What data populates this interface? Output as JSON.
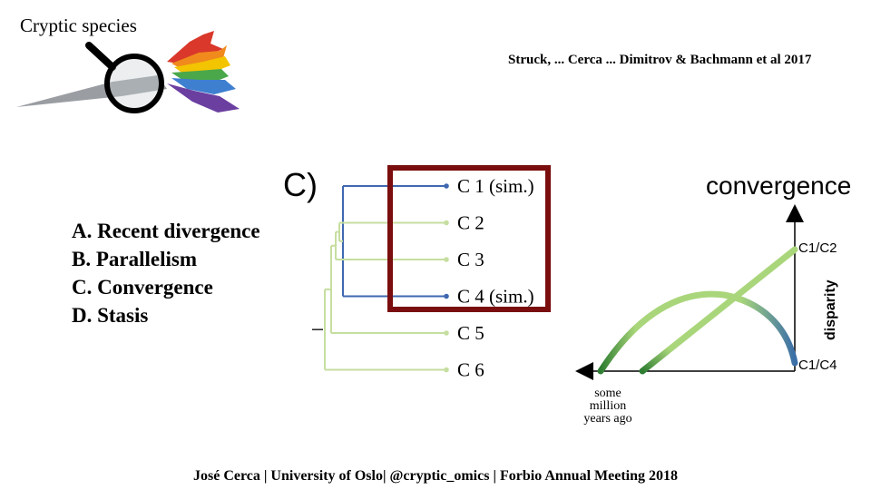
{
  "title": "Cryptic species",
  "citation": "Struck, ... Cerca ... Dimitrov & Bachmann et al 2017",
  "panel_label": "C)",
  "options": [
    "A. Recent divergence",
    "B. Parallelism",
    "C. Convergence",
    "D. Stasis"
  ],
  "tree": {
    "tips": [
      "C 1 (sim.)",
      "C 2",
      "C 3",
      "C 4 (sim.)",
      "C 5",
      "C 6"
    ],
    "highlighted_tips": [
      "C 1 (sim.)",
      "C 2",
      "C 3",
      "C 4 (sim.)"
    ],
    "colors": {
      "similar": "#3f68b0",
      "other": "#c6dea0",
      "highlight_box": "#7a0d0d",
      "root": "#222222"
    }
  },
  "convergence_plot": {
    "title": "convergence",
    "y_axis_label": "disparity",
    "top_label": "C1/C2",
    "bottom_label": "C1/C4",
    "x_label_lines": [
      "some",
      "million",
      "years ago"
    ],
    "colors": {
      "light": "#a9d67a",
      "dark": "#2e7d32",
      "blue": "#3a6fa8"
    }
  },
  "footer": "José Cerca | University of Oslo| @cryptic_omics | Forbio Annual Meeting 2018"
}
